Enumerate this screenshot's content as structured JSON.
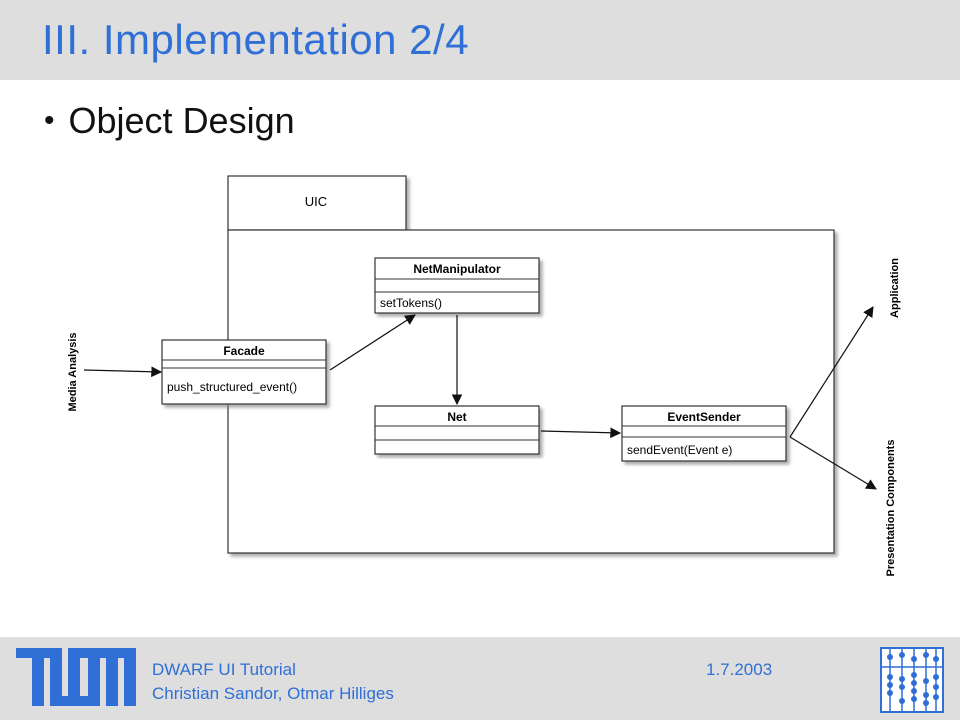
{
  "slide": {
    "title": "III. Implementation 2/4",
    "bullet": "Object Design"
  },
  "diagram": {
    "package": "UIC",
    "classes": {
      "facade": {
        "name": "Facade",
        "method": "push_structured_event()"
      },
      "net_manipulator": {
        "name": "NetManipulator",
        "method": "setTokens()"
      },
      "net": {
        "name": "Net",
        "method": ""
      },
      "event_sender": {
        "name": "EventSender",
        "method": "sendEvent(Event e)"
      }
    },
    "external": {
      "input": "Media Analysis",
      "output_top": "Application",
      "output_bottom": "Presentation Components"
    }
  },
  "footer": {
    "course": "DWARF UI Tutorial",
    "authors": "Christian Sandor, Otmar Hilliges",
    "date": "1.7.2003"
  },
  "colors": {
    "title": "#2f6fd6",
    "bar": "#dedede",
    "logo": "#2f6fd6"
  }
}
